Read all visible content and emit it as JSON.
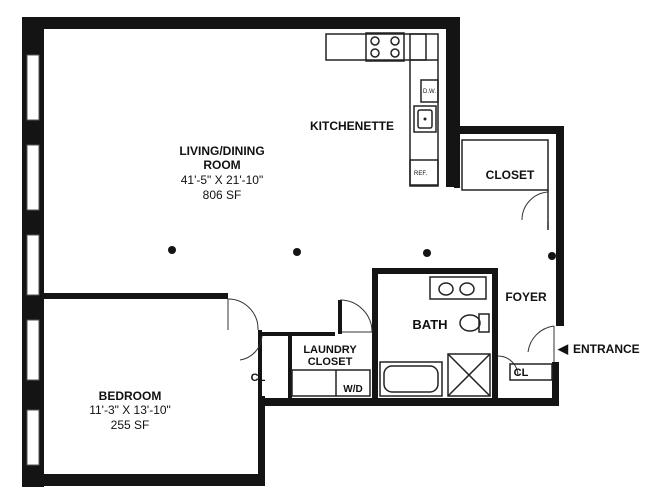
{
  "rooms": {
    "living": {
      "name_line1": "LIVING/DINING",
      "name_line2": "ROOM",
      "dims": "41'-5\" X 21'-10\"",
      "area": "806 SF"
    },
    "kitchen": {
      "name": "KITCHENETTE",
      "dw": "D.W.",
      "ref": "REF."
    },
    "closet": {
      "name": "CLOSET"
    },
    "foyer": {
      "name": "FOYER"
    },
    "bath": {
      "name": "BATH"
    },
    "laundry": {
      "name_line1": "LAUNDRY",
      "name_line2": "CLOSET",
      "wd": "W/D"
    },
    "bedroom": {
      "name": "BEDROOM",
      "dims": "11'-3\" X 13'-10\"",
      "area": "255 SF"
    },
    "cl_left": {
      "name": "CL"
    },
    "cl_right": {
      "name": "CL"
    }
  },
  "entrance": {
    "label": "ENTRANCE",
    "arrow": "◀"
  }
}
